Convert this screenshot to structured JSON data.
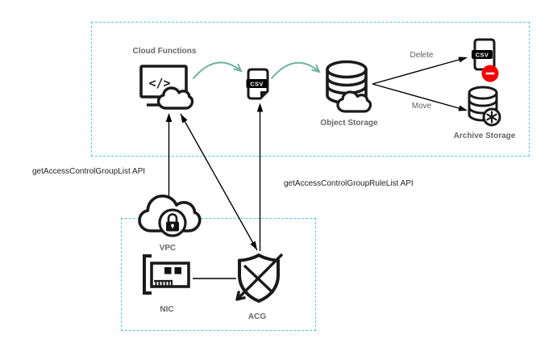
{
  "diagram": {
    "nodes": {
      "cloud_functions": {
        "label": "Cloud Functions",
        "code_glyph": "</>"
      },
      "csv_file": {
        "badge": "CSV"
      },
      "object_storage": {
        "label": "Object Storage"
      },
      "deleted_csv": {
        "badge": "CSV"
      },
      "archive_storage": {
        "label": "Archive Storage"
      },
      "vpc": {
        "label": "VPC"
      },
      "nic": {
        "label": "NIC"
      },
      "acg": {
        "label": "ACG"
      }
    },
    "edge_labels": {
      "delete": "Delete",
      "move": "Move",
      "group_list_api": "getAccessControlGroupList API",
      "rule_list_api": "getAccessControlGroupRuleList API"
    },
    "colors": {
      "group_border": "#4ec9ea",
      "flow_arrow_teal": "#70b3a2",
      "connector_black": "#000000",
      "icon_stroke": "#1a1a1a",
      "node_label_gray": "#666666",
      "api_label_dark": "#222222",
      "delete_red": "#f50000",
      "csv_badge_bg": "#000000",
      "csv_badge_text": "#ffffff",
      "background": "#ffffff"
    }
  }
}
